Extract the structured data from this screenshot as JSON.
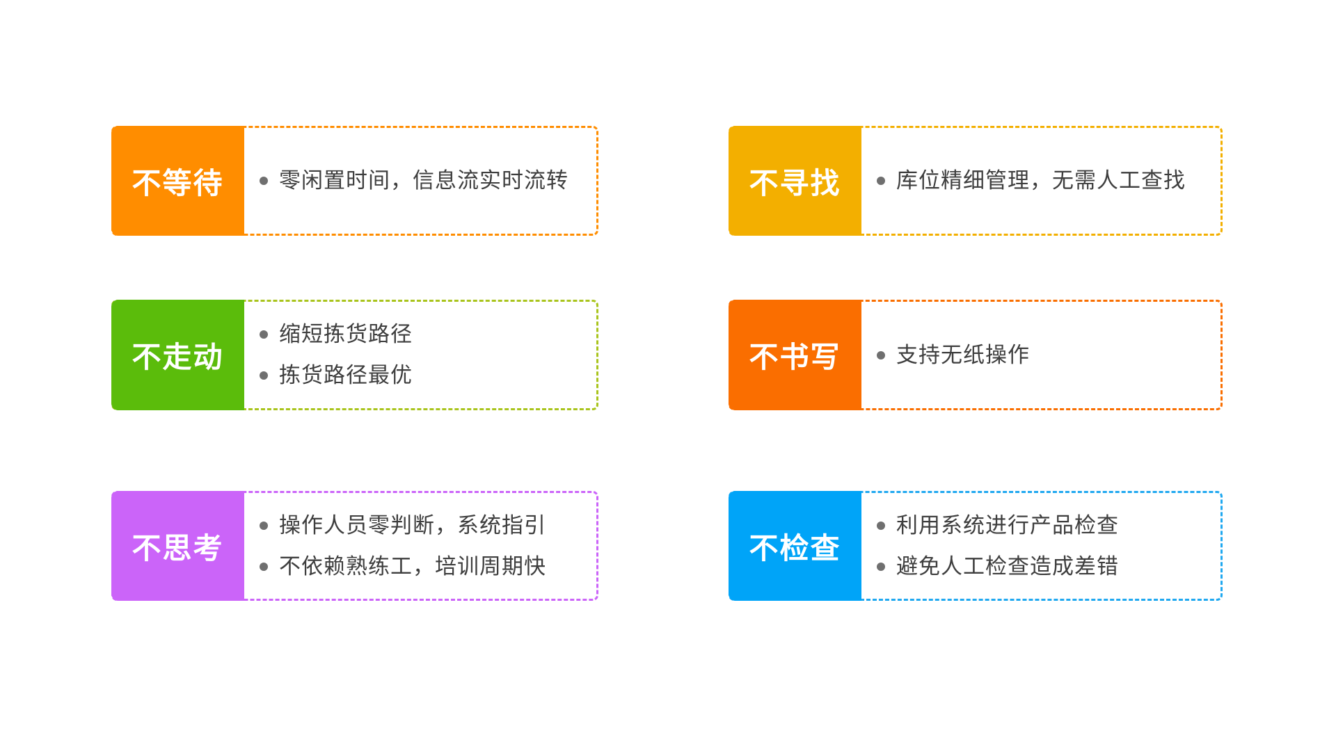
{
  "page": {
    "background": "#ffffff"
  },
  "ui": {
    "text_color": "#3e3e3e",
    "label_text_color": "#ffffff",
    "bullet_dot_color": "#6f6f6f"
  },
  "cards": [
    {
      "id": "no-waiting",
      "label": "不等待",
      "color": "#FF8D00",
      "border_color": "#FF8D00",
      "bullets": [
        "零闲置时间，信息流实时流转"
      ]
    },
    {
      "id": "no-searching",
      "label": "不寻找",
      "color": "#F3AF00",
      "border_color": "#F3AF00",
      "bullets": [
        "库位精细管理，无需人工查找"
      ]
    },
    {
      "id": "no-walking",
      "label": "不走动",
      "color": "#5BBC0B",
      "border_color": "#A9C41C",
      "bullets": [
        "缩短拣货路径",
        "拣货路径最优"
      ]
    },
    {
      "id": "no-writing",
      "label": "不书写",
      "color": "#FA6E00",
      "border_color": "#FA6E00",
      "bullets": [
        "支持无纸操作"
      ]
    },
    {
      "id": "no-thinking",
      "label": "不思考",
      "color": "#CB64F9",
      "border_color": "#CB64F9",
      "bullets": [
        "操作人员零判断，系统指引",
        "不依赖熟练工，培训周期快"
      ]
    },
    {
      "id": "no-checking",
      "label": "不检查",
      "color": "#00A4F8",
      "border_color": "#1FA8F0",
      "bullets": [
        "利用系统进行产品检查",
        "避免人工检查造成差错"
      ]
    }
  ]
}
